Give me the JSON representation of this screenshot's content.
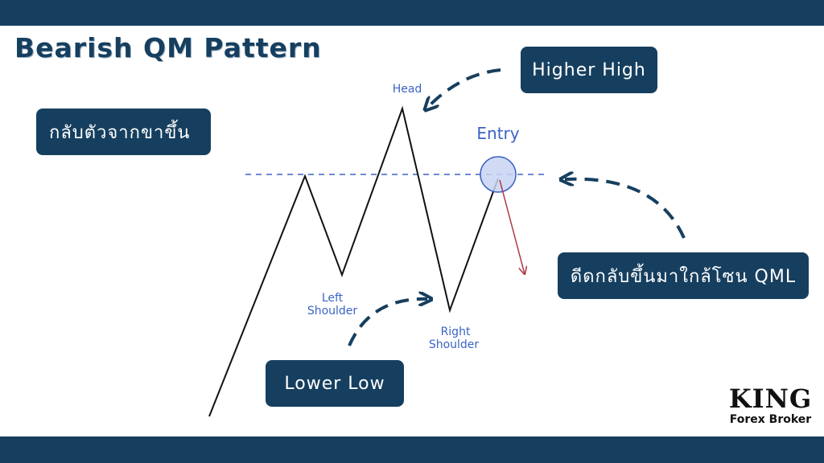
{
  "title": "Bearish QM Pattern",
  "boxes": {
    "higher_high": "Higher High",
    "reverse_up": "กลับตัวจากขาขึ้น",
    "bounce_qml": "ดีดกลับขึ้นมาใกล้โซน QML",
    "lower_low": "Lower Low"
  },
  "points": {
    "head": "Head",
    "left_shoulder": [
      "Left",
      "Shoulder"
    ],
    "right_shoulder": [
      "Right",
      "Shoulder"
    ],
    "entry": "Entry"
  },
  "logo": {
    "main": "KING",
    "sub": "Forex Broker"
  },
  "colors": {
    "navy": "#163f5f",
    "point_label": "#3b63c4",
    "down_arrow": "#b03a4a",
    "entry_circle_fill": "#c9d3f2"
  }
}
